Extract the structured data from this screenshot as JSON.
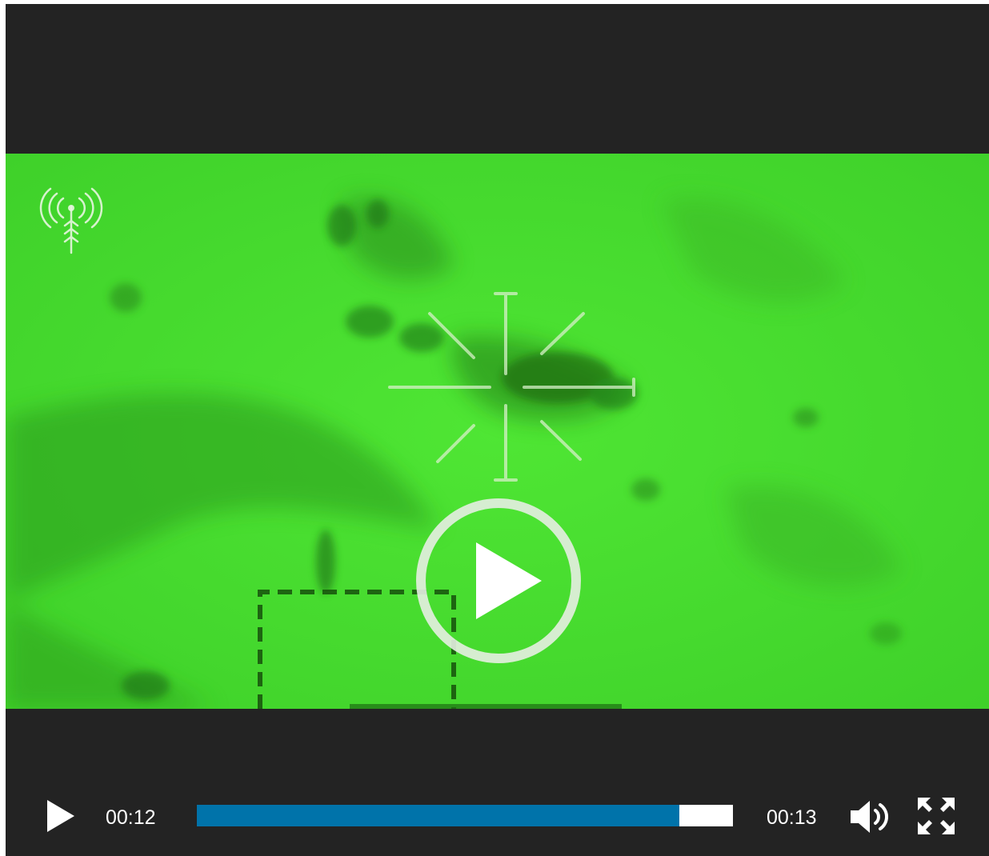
{
  "player": {
    "current_time": "00:12",
    "duration": "00:13",
    "progress_fraction": 0.9,
    "colors": {
      "background": "#232323",
      "progress_fill": "#0073aa",
      "progress_track": "#ffffff",
      "video_green": "#49e02f"
    }
  },
  "icons": {
    "big_play": "play-circle-icon",
    "play": "play-icon",
    "volume": "volume-icon",
    "fullscreen": "fullscreen-icon",
    "watermark": "broadcast-antenna-icon"
  }
}
